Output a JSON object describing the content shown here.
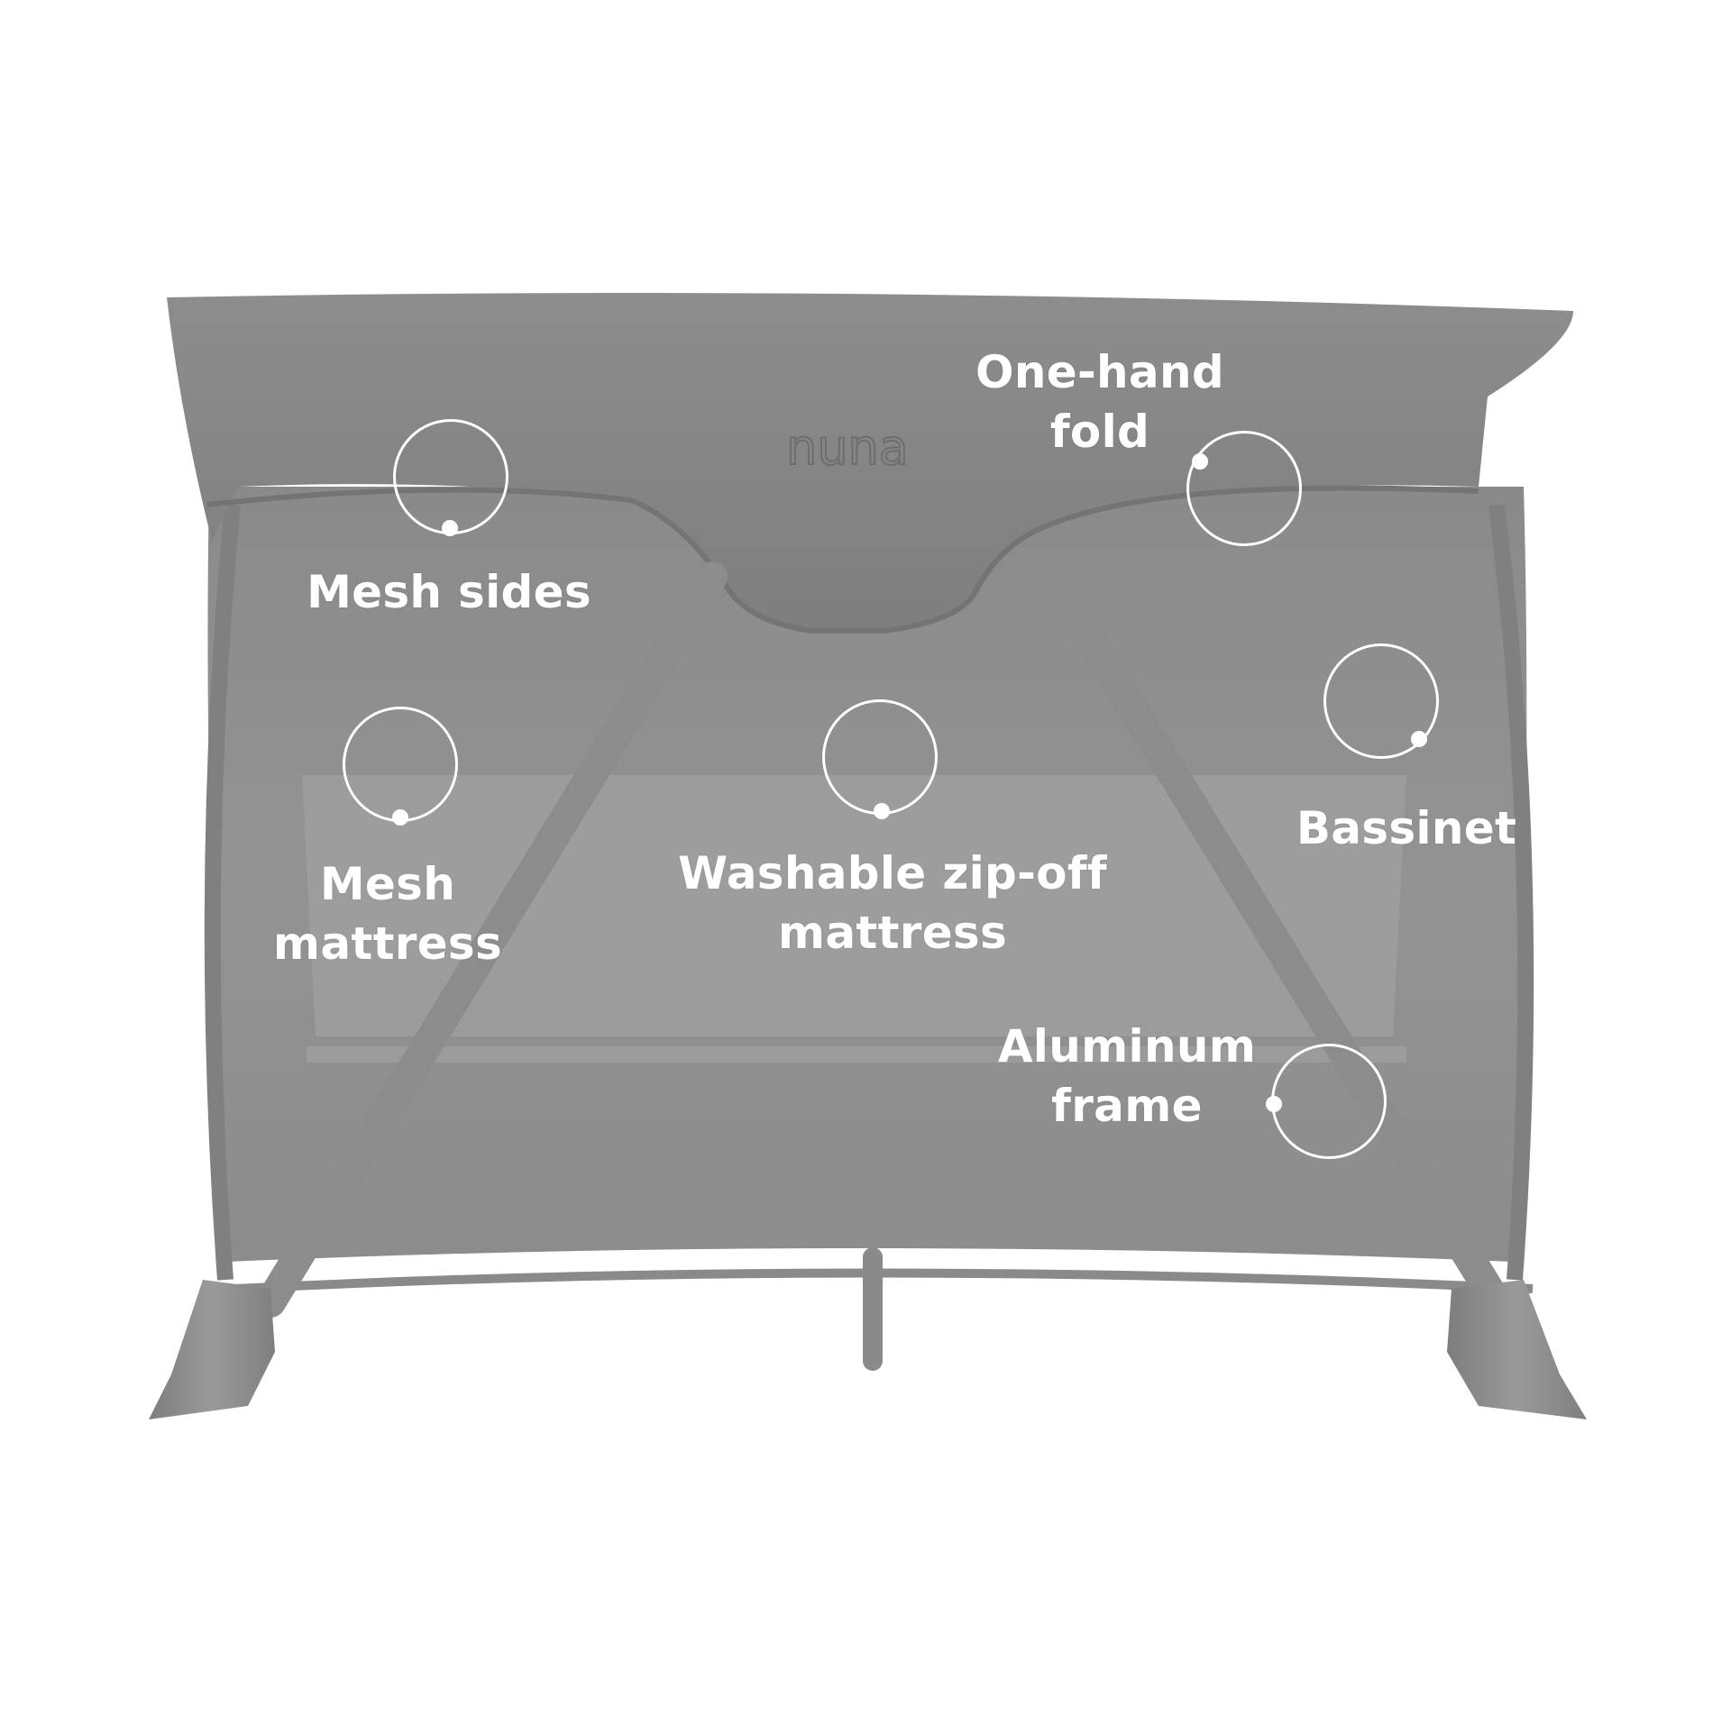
{
  "image": {
    "description_colors": {
      "background": "#ffffff",
      "fabric": "#8b8b8b",
      "frame": "#8e8e8e",
      "overlay_text": "#ffffff"
    }
  },
  "brand": {
    "logo_text": "nuna"
  },
  "features": [
    {
      "id": "mesh-sides",
      "lines": [
        "Mesh sides"
      ]
    },
    {
      "id": "one-hand-fold",
      "lines": [
        "One-hand",
        "fold"
      ]
    },
    {
      "id": "mesh-mattress",
      "lines": [
        "Mesh",
        "mattress"
      ]
    },
    {
      "id": "washable-mattress",
      "lines": [
        "Washable zip-off",
        "mattress"
      ]
    },
    {
      "id": "bassinet",
      "lines": [
        "Bassinet"
      ]
    },
    {
      "id": "aluminum-frame",
      "lines": [
        "Aluminum",
        "frame"
      ]
    }
  ]
}
